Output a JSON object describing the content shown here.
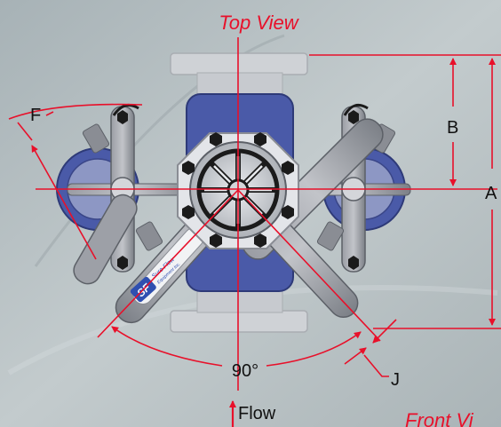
{
  "diagram": {
    "title": "Top View",
    "footer_cut_label": "Front Vi",
    "flow_label": "Flow",
    "angle_label": "90°",
    "dimension_labels": {
      "a": "A",
      "b": "B",
      "f": "F",
      "j": "J"
    },
    "logo_text": "SF Sure Flow",
    "colors": {
      "background": "#b9c2c4",
      "annotation_red": "#e8102a",
      "valve_blue": "#4a5aa8",
      "handle_gray": "#8a8d94",
      "flange_gray": "#cfd2d6",
      "bolt_black": "#1b1b1b"
    }
  }
}
